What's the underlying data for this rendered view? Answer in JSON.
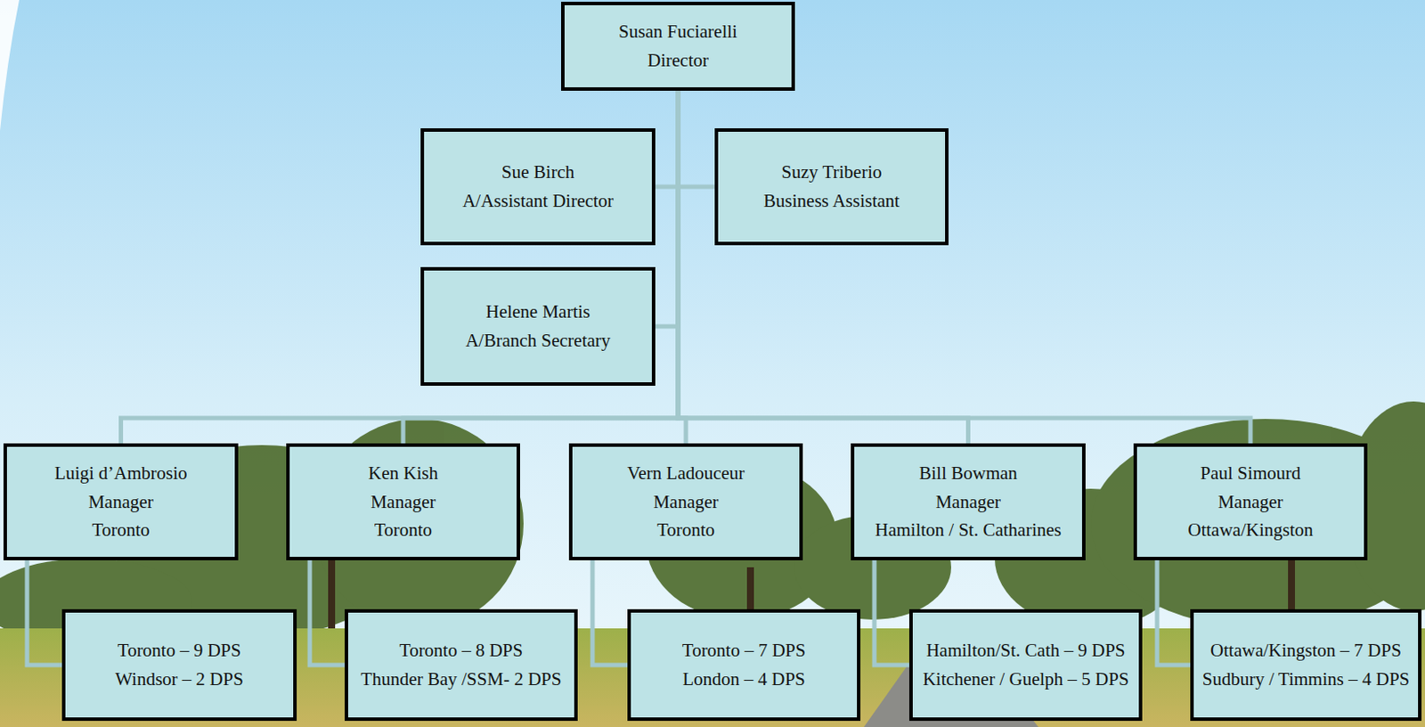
{
  "diagram": {
    "nodes": [
      {
        "text": [
          "Susan Fuciarelli",
          "Director"
        ]
      },
      {
        "text": [
          "Sue Birch",
          "A/Assistant Director"
        ]
      },
      {
        "text": [
          "Suzy Triberio",
          "Business Assistant"
        ]
      },
      {
        "text": [
          "Helene Martis",
          "A/Branch Secretary"
        ]
      },
      {
        "text": [
          "Luigi d’Ambrosio",
          "Manager",
          "Toronto"
        ]
      },
      {
        "text": [
          "Ken Kish",
          "Manager",
          "Toronto"
        ]
      },
      {
        "text": [
          "Vern Ladouceur",
          "Manager",
          "Toronto"
        ]
      },
      {
        "text": [
          "Bill Bowman",
          "Manager",
          "Hamilton / St. Catharines"
        ]
      },
      {
        "text": [
          "Paul Simourd",
          "Manager",
          "Ottawa/Kingston"
        ]
      },
      {
        "text": [
          "Toronto – 9 DPS",
          "Windsor – 2 DPS"
        ]
      },
      {
        "text": [
          "Toronto – 8 DPS",
          "Thunder Bay /SSM- 2 DPS"
        ]
      },
      {
        "text": [
          "Toronto – 7 DPS",
          "London – 4 DPS"
        ]
      },
      {
        "text": [
          "Hamilton/St. Cath – 9 DPS",
          "Kitchener / Guelph – 5 DPS"
        ]
      },
      {
        "text": [
          "Ottawa/Kingston – 7 DPS",
          "Sudbury / Timmins – 4 DPS"
        ]
      }
    ],
    "edges": [
      {
        "from": 0,
        "to": 1,
        "arrow": "none"
      },
      {
        "from": 0,
        "to": 2,
        "arrow": "none"
      },
      {
        "from": 0,
        "to": 3,
        "arrow": "none"
      },
      {
        "from": 0,
        "to": 4,
        "arrow": "none"
      },
      {
        "from": 0,
        "to": 5,
        "arrow": "none"
      },
      {
        "from": 0,
        "to": 6,
        "arrow": "none"
      },
      {
        "from": 0,
        "to": 7,
        "arrow": "none"
      },
      {
        "from": 0,
        "to": 8,
        "arrow": "none"
      },
      {
        "from": 4,
        "to": 9,
        "arrow": "none"
      },
      {
        "from": 5,
        "to": 10,
        "arrow": "none"
      },
      {
        "from": 6,
        "to": 11,
        "arrow": "none"
      },
      {
        "from": 7,
        "to": 12,
        "arrow": "none"
      },
      {
        "from": 8,
        "to": 13,
        "arrow": "none"
      }
    ]
  }
}
